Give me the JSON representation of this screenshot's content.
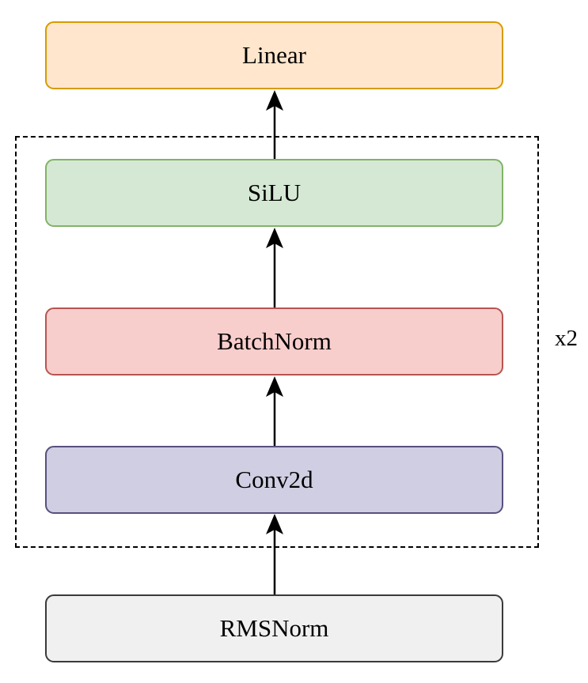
{
  "diagram": {
    "nodes": [
      {
        "id": "linear",
        "label": "Linear",
        "fill": "#ffe6cc",
        "stroke": "#d79b00"
      },
      {
        "id": "silu",
        "label": "SiLU",
        "fill": "#d5e8d4",
        "stroke": "#82b366"
      },
      {
        "id": "batchnorm",
        "label": "BatchNorm",
        "fill": "#f8cecc",
        "stroke": "#b85450"
      },
      {
        "id": "conv2d",
        "label": "Conv2d",
        "fill": "#d0cee2",
        "stroke": "#56517e"
      },
      {
        "id": "rmsnorm",
        "label": "RMSNorm",
        "fill": "#f0f0f0",
        "stroke": "#3a3a3a"
      }
    ],
    "edges": [
      {
        "from": "rmsnorm",
        "to": "conv2d"
      },
      {
        "from": "conv2d",
        "to": "batchnorm"
      },
      {
        "from": "batchnorm",
        "to": "silu"
      },
      {
        "from": "silu",
        "to": "linear"
      }
    ],
    "repeat_group": {
      "label": "x2",
      "members": [
        "silu",
        "batchnorm",
        "conv2d"
      ]
    }
  }
}
